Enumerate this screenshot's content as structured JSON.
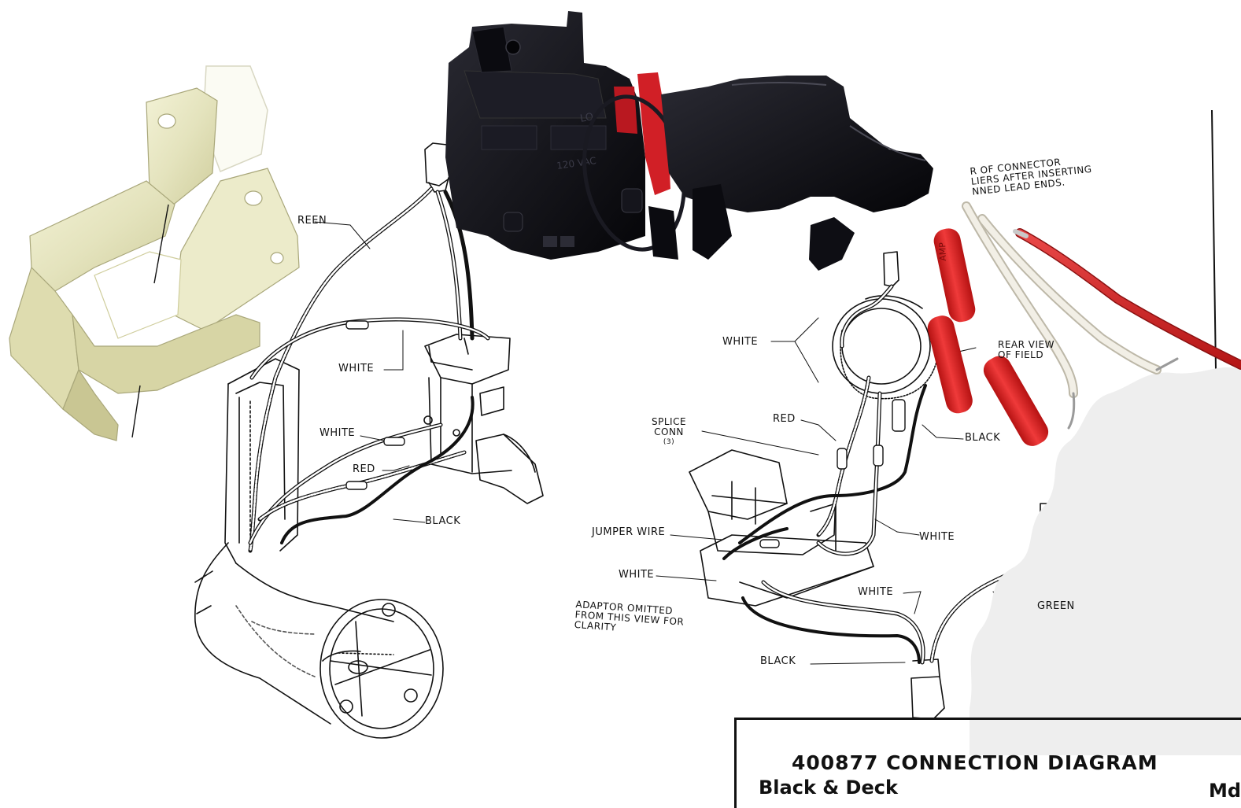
{
  "labels": {
    "left": {
      "green": "REEN",
      "white_top": "WHITE",
      "white_mid": "WHITE",
      "red": "RED",
      "black": "BLACK"
    },
    "right": {
      "connector_note": [
        "R OF CONNECTOR",
        "LIERS AFTER INSERTING",
        "NNED LEAD ENDS."
      ],
      "white_top": "WHITE",
      "rear_view": [
        "REAR VIEW",
        "OF FIELD"
      ],
      "splice_conn": [
        "SPLICE",
        "CONN",
        "(3)"
      ],
      "red": "RED",
      "black_top": "BLACK",
      "jumper_wire": "JUMPER WIRE",
      "white_right": "WHITE",
      "white_left": "WHITE",
      "white_bottom": "WHITE",
      "adaptor_note": [
        "ADAPTOR OMITTED",
        "FROM THIS VIEW FOR",
        "CLARITY"
      ],
      "green": "GREEN",
      "black_bottom": "BLACK"
    }
  },
  "switch_markings": [
    "LO",
    "120 VAC"
  ],
  "sleeve_marking": "AMP",
  "title_block": {
    "line1": "400877 CONNECTION DIAGRAM",
    "line2_left": "Black & Deck",
    "line2_right": "Md"
  },
  "colors": {
    "wire_red": "#d42a2a",
    "wire_white": "#ece9e0",
    "switch_black": "#121218",
    "bracket": "#e7e6c2",
    "trigger_red": "#d11f26"
  }
}
